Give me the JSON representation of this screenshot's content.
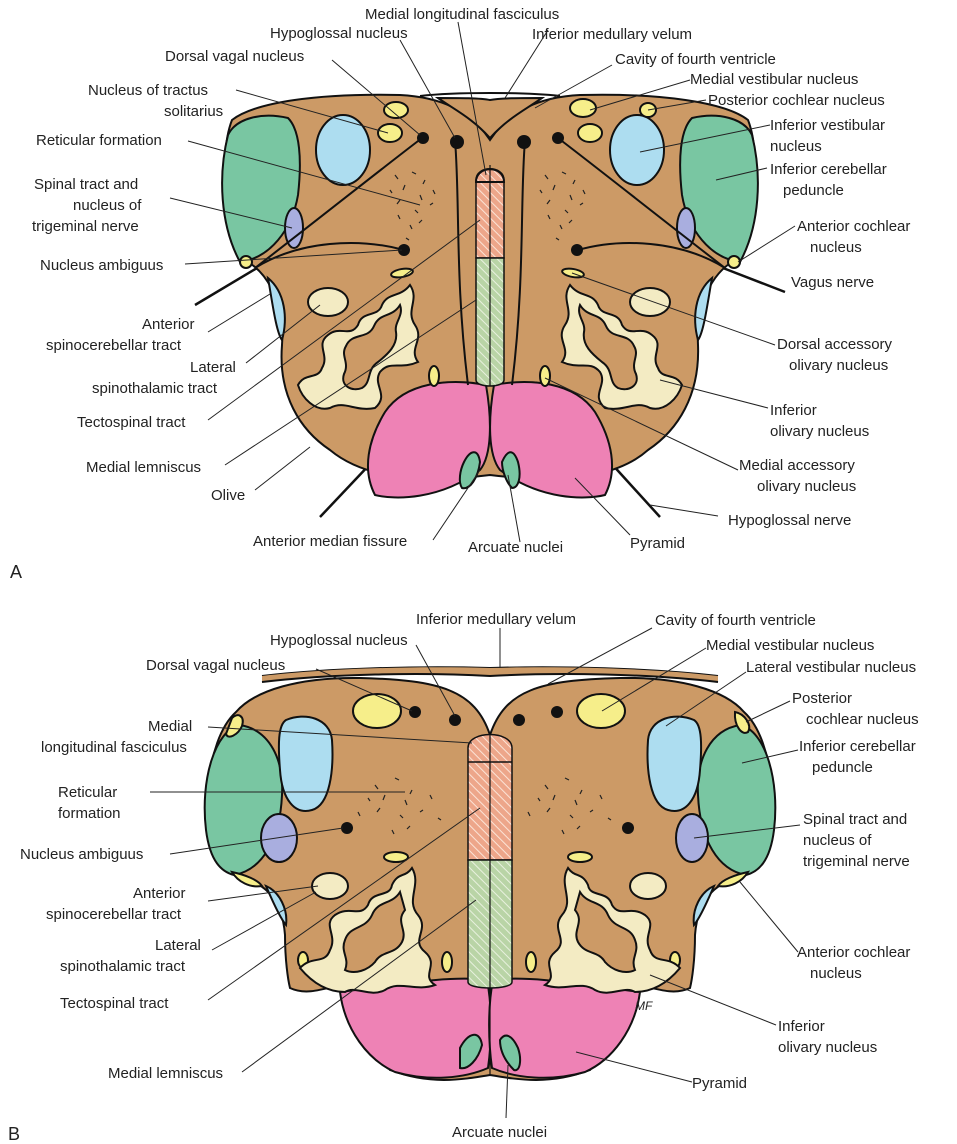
{
  "colors": {
    "tissue": "#CC9A66",
    "pyramid": "#EE82B5",
    "green": "#79C6A2",
    "blue": "#ADDDF0",
    "purple": "#A9AEDF",
    "yellow": "#F6EE8A",
    "olive": "#F3EBC3",
    "salmon": "#EDA68A",
    "hatch_green": "#B9D4A6"
  },
  "panels": {
    "a": {
      "letter": "A",
      "labels": [
        "Medial longitudinal fasciculus",
        "Hypoglossal nucleus",
        "Inferior medullary velum",
        "Dorsal vagal nucleus",
        "Cavity of fourth ventricle",
        "Medial vestibular nucleus",
        "Nucleus of tractus",
        "solitarius",
        "Posterior cochlear nucleus",
        "Inferior vestibular",
        "nucleus",
        "Reticular formation",
        "Inferior cerebellar",
        "peduncle",
        "Spinal tract and",
        "nucleus of",
        "trigeminal nerve",
        "Anterior cochlear",
        "nucleus",
        "Nucleus ambiguus",
        "Vagus nerve",
        "Anterior",
        "spinocerebellar tract",
        "Lateral",
        "spinothalamic tract",
        "Dorsal accessory",
        "olivary nucleus",
        "Tectospinal tract",
        "Inferior",
        "olivary nucleus",
        "Medial lemniscus",
        "Medial accessory",
        "olivary nucleus",
        "Olive",
        "Hypoglossal nerve",
        "Anterior median fissure",
        "Arcuate nuclei",
        "Pyramid"
      ]
    },
    "b": {
      "letter": "B",
      "labels": [
        "Inferior medullary velum",
        "Cavity of fourth ventricle",
        "Hypoglossal nucleus",
        "Medial vestibular nucleus",
        "Dorsal vagal nucleus",
        "Lateral vestibular nucleus",
        "Medial",
        "longitudinal fasciculus",
        "Posterior",
        "cochlear nucleus",
        "Inferior cerebellar",
        "peduncle",
        "Reticular",
        "formation",
        "Spinal tract and",
        "nucleus of",
        "trigeminal nerve",
        "Nucleus ambiguus",
        "Anterior",
        "spinocerebellar tract",
        "Anterior cochlear",
        "nucleus",
        "Lateral",
        "spinothalamic tract",
        "Tectospinal tract",
        "Inferior",
        "olivary nucleus",
        "Medial lemniscus",
        "Pyramid",
        "Arcuate nuclei"
      ],
      "signature": "MF"
    }
  }
}
